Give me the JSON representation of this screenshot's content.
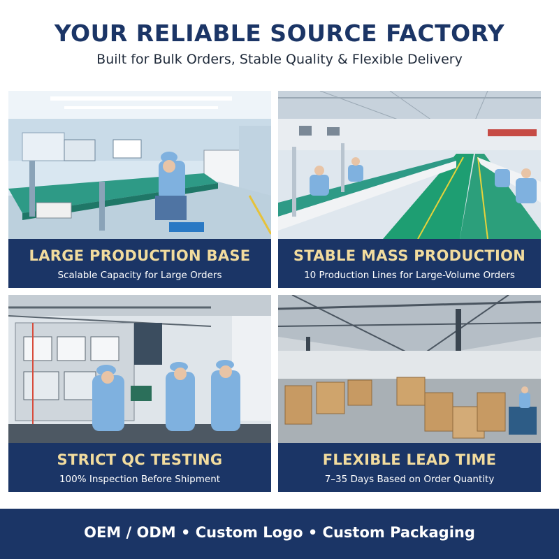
{
  "header": {
    "title": "YOUR RELIABLE SOURCE FACTORY",
    "subtitle": "Built for Bulk Orders, Stable Quality & Flexible Delivery"
  },
  "panels": [
    {
      "title": "LARGE PRODUCTION BASE",
      "subtitle": "Scalable Capacity for Large Orders"
    },
    {
      "title": "STABLE MASS PRODUCTION",
      "subtitle": "10 Production Lines for Large-Volume Orders"
    },
    {
      "title": "STRICT QC TESTING",
      "subtitle": "100% Inspection Before Shipment"
    },
    {
      "title": "FLEXIBLE LEAD TIME",
      "subtitle": "7–35 Days Based on Order Quantity"
    }
  ],
  "footer": {
    "text": "OEM / ODM  •  Custom Logo  •  Custom Packaging"
  },
  "colors": {
    "navy": "#1b3566",
    "caption_title": "#f2dc9e",
    "workbench_green": "#2e9a86",
    "uniform_blue": "#7fb1df",
    "carton": "#c79a63"
  }
}
